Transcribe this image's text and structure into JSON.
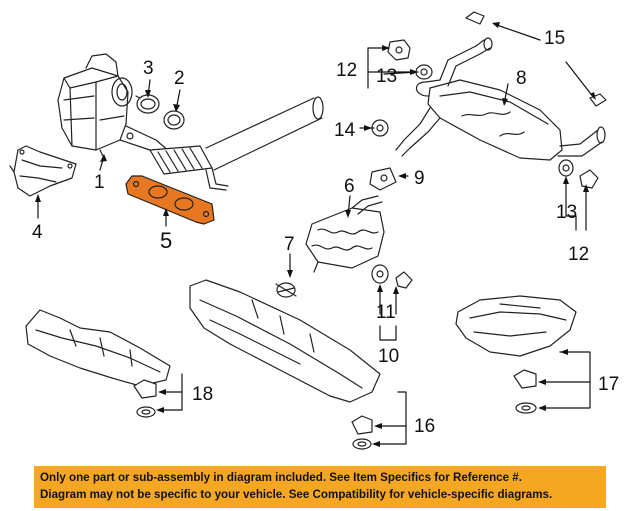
{
  "labels": {
    "p1": "1",
    "p2": "2",
    "p3": "3",
    "p4": "4",
    "p5": "5",
    "p6": "6",
    "p7": "7",
    "p8": "8",
    "p9": "9",
    "p10": "10",
    "p11": "11",
    "p12_top": "12",
    "p12_bottom": "12",
    "p13_top": "13",
    "p13_bottom": "13",
    "p14": "14",
    "p15": "15",
    "p16": "16",
    "p17": "17",
    "p18": "18"
  },
  "highlight_color": "#e87722",
  "banner": {
    "color": "#f5a623",
    "line1": "Only one part or sub-assembly in diagram included. See Item Specifics for Reference #.",
    "line2": "Diagram may not be specific to your vehicle. See Compatibility for vehicle-specific diagrams."
  }
}
